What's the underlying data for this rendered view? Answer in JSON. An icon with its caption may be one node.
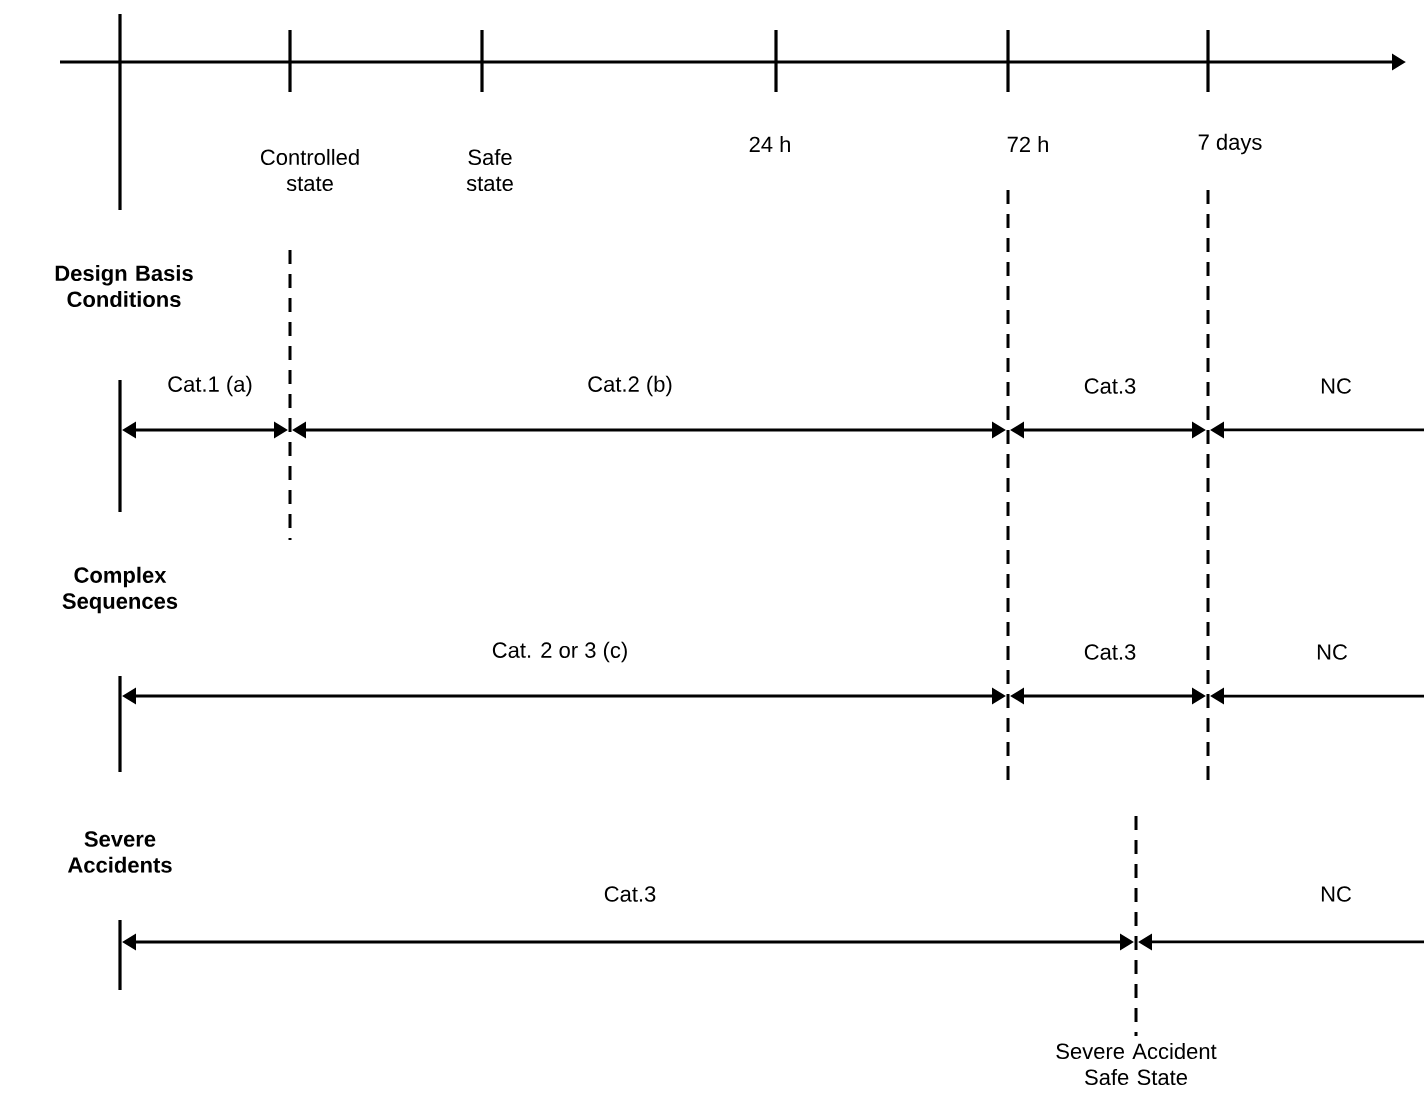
{
  "diagram": {
    "labels": [
      "Controlled state",
      "Safe state",
      "24 h",
      "72 h",
      "7 days",
      "Design Basis Conditions",
      "Cat.1 (a)",
      "Cat.2 (b)",
      "Cat.3",
      "NC",
      "Complex Sequences",
      "Cat. 2 or 3 (c)",
      "Cat.3",
      "NC",
      "Severe Accidents",
      "Cat.3",
      "NC",
      "Severe Accident Safe State"
    ]
  }
}
